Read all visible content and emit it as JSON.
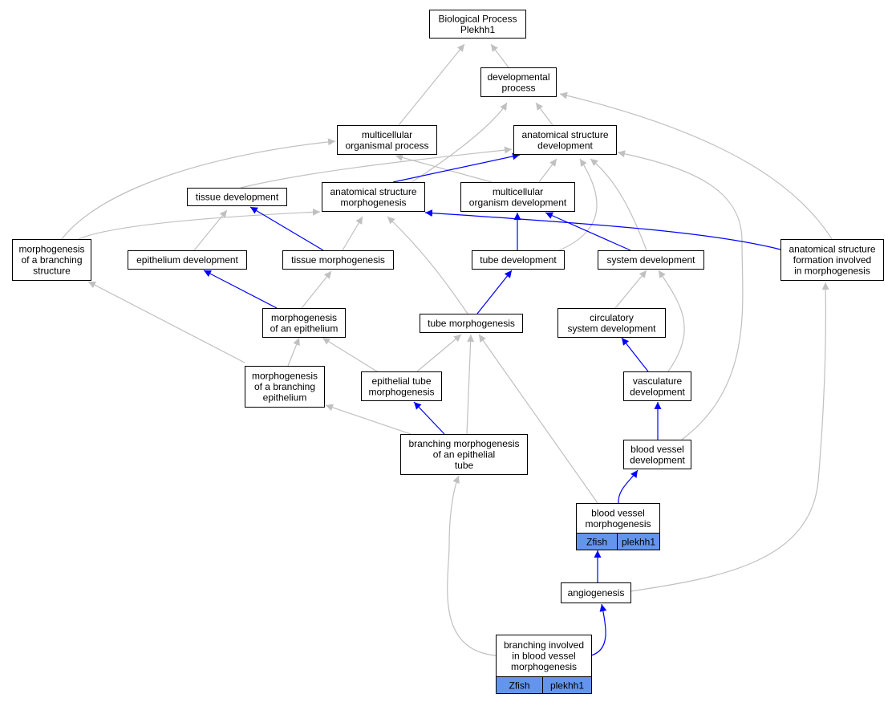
{
  "colors": {
    "background": "#ffffff",
    "node_border": "#000000",
    "gene_cell_fill": "#6495ed",
    "highlight_edge": "#0000ff",
    "plain_edge": "#c0c0c0"
  },
  "nodes": [
    {
      "id": "root",
      "lines": [
        "Biological Process",
        "Plekhh1"
      ]
    },
    {
      "id": "devproc",
      "lines": [
        "developmental",
        "process"
      ]
    },
    {
      "id": "multiproc",
      "lines": [
        "multicellular",
        "organismal process"
      ]
    },
    {
      "id": "asdev",
      "lines": [
        "anatomical structure",
        "development"
      ]
    },
    {
      "id": "tissuedev",
      "lines": [
        "tissue development"
      ]
    },
    {
      "id": "asmorph",
      "lines": [
        "anatomical structure",
        "morphogenesis"
      ]
    },
    {
      "id": "multiorg",
      "lines": [
        "multicellular",
        "organism development"
      ]
    },
    {
      "id": "morphbranch",
      "lines": [
        "morphogenesis",
        "of a branching",
        "structure"
      ]
    },
    {
      "id": "epidev",
      "lines": [
        "epithelium development"
      ]
    },
    {
      "id": "tissuemorph",
      "lines": [
        "tissue morphogenesis"
      ]
    },
    {
      "id": "tubedev",
      "lines": [
        "tube development"
      ]
    },
    {
      "id": "sysdev",
      "lines": [
        "system development"
      ]
    },
    {
      "id": "asform",
      "lines": [
        "anatomical structure",
        "formation involved",
        "in morphogenesis"
      ]
    },
    {
      "id": "morphepi",
      "lines": [
        "morphogenesis",
        "of an epithelium"
      ]
    },
    {
      "id": "tubemorph",
      "lines": [
        "tube morphogenesis"
      ]
    },
    {
      "id": "circdev",
      "lines": [
        "circulatory",
        "system development"
      ]
    },
    {
      "id": "morphbranchepi",
      "lines": [
        "morphogenesis",
        "of a branching",
        "epithelium"
      ]
    },
    {
      "id": "epitubemorph",
      "lines": [
        "epithelial tube",
        "morphogenesis"
      ]
    },
    {
      "id": "vascdev",
      "lines": [
        "vasculature",
        "development"
      ]
    },
    {
      "id": "branchepitube",
      "lines": [
        "branching morphogenesis",
        "of an epithelial",
        "tube"
      ]
    },
    {
      "id": "bvdev",
      "lines": [
        "blood vessel",
        "development"
      ]
    },
    {
      "id": "bvmorph",
      "lines": [
        "blood vessel",
        "morphogenesis"
      ],
      "genes": [
        "Zfish",
        "plekhh1"
      ]
    },
    {
      "id": "angio",
      "lines": [
        "angiogenesis"
      ]
    },
    {
      "id": "branchbv",
      "lines": [
        "branching involved",
        "in blood vessel",
        "morphogenesis"
      ],
      "genes": [
        "Zfish",
        "plekhh1"
      ]
    }
  ],
  "edges": [
    {
      "from": "devproc",
      "to": "root",
      "highlight": false
    },
    {
      "from": "multiproc",
      "to": "root",
      "highlight": false
    },
    {
      "from": "asdev",
      "to": "devproc",
      "highlight": false
    },
    {
      "from": "asmorph",
      "to": "devproc",
      "highlight": false
    },
    {
      "from": "asform",
      "to": "devproc",
      "highlight": false
    },
    {
      "from": "multiorg",
      "to": "multiproc",
      "highlight": false
    },
    {
      "from": "morphbranch",
      "to": "multiproc",
      "highlight": false
    },
    {
      "from": "tissuedev",
      "to": "asdev",
      "highlight": false
    },
    {
      "from": "asmorph",
      "to": "asdev",
      "highlight": true
    },
    {
      "from": "multiorg",
      "to": "asdev",
      "highlight": false
    },
    {
      "from": "tubedev",
      "to": "asdev",
      "highlight": false
    },
    {
      "from": "sysdev",
      "to": "asdev",
      "highlight": false
    },
    {
      "from": "bvdev",
      "to": "asdev",
      "highlight": false
    },
    {
      "from": "morphbranch",
      "to": "asmorph",
      "highlight": false
    },
    {
      "from": "tissuemorph",
      "to": "asmorph",
      "highlight": false
    },
    {
      "from": "tubemorph",
      "to": "asmorph",
      "highlight": false
    },
    {
      "from": "asform",
      "to": "asmorph",
      "highlight": true
    },
    {
      "from": "epidev",
      "to": "tissuedev",
      "highlight": false
    },
    {
      "from": "tissuemorph",
      "to": "tissuedev",
      "highlight": true
    },
    {
      "from": "tubedev",
      "to": "multiorg",
      "highlight": true
    },
    {
      "from": "sysdev",
      "to": "multiorg",
      "highlight": true
    },
    {
      "from": "morphepi",
      "to": "epidev",
      "highlight": true
    },
    {
      "from": "morphepi",
      "to": "tissuemorph",
      "highlight": false
    },
    {
      "from": "tubemorph",
      "to": "tubedev",
      "highlight": true
    },
    {
      "from": "circdev",
      "to": "sysdev",
      "highlight": false
    },
    {
      "from": "vascdev",
      "to": "sysdev",
      "highlight": false
    },
    {
      "from": "morphbranchepi",
      "to": "morphbranch",
      "highlight": false
    },
    {
      "from": "morphbranchepi",
      "to": "morphepi",
      "highlight": false
    },
    {
      "from": "epitubemorph",
      "to": "morphepi",
      "highlight": false
    },
    {
      "from": "epitubemorph",
      "to": "tubemorph",
      "highlight": false
    },
    {
      "from": "branchepitube",
      "to": "tubemorph",
      "highlight": false
    },
    {
      "from": "bvmorph",
      "to": "tubemorph",
      "highlight": false
    },
    {
      "from": "vascdev",
      "to": "circdev",
      "highlight": true
    },
    {
      "from": "branchepitube",
      "to": "morphbranchepi",
      "highlight": false
    },
    {
      "from": "branchepitube",
      "to": "epitubemorph",
      "highlight": true
    },
    {
      "from": "bvdev",
      "to": "vascdev",
      "highlight": true
    },
    {
      "from": "bvmorph",
      "to": "bvdev",
      "highlight": true
    },
    {
      "from": "angio",
      "to": "bvmorph",
      "highlight": true
    },
    {
      "from": "angio",
      "to": "asform",
      "highlight": false
    },
    {
      "from": "branchbv",
      "to": "branchepitube",
      "highlight": false
    },
    {
      "from": "branchbv",
      "to": "angio",
      "highlight": true
    }
  ]
}
